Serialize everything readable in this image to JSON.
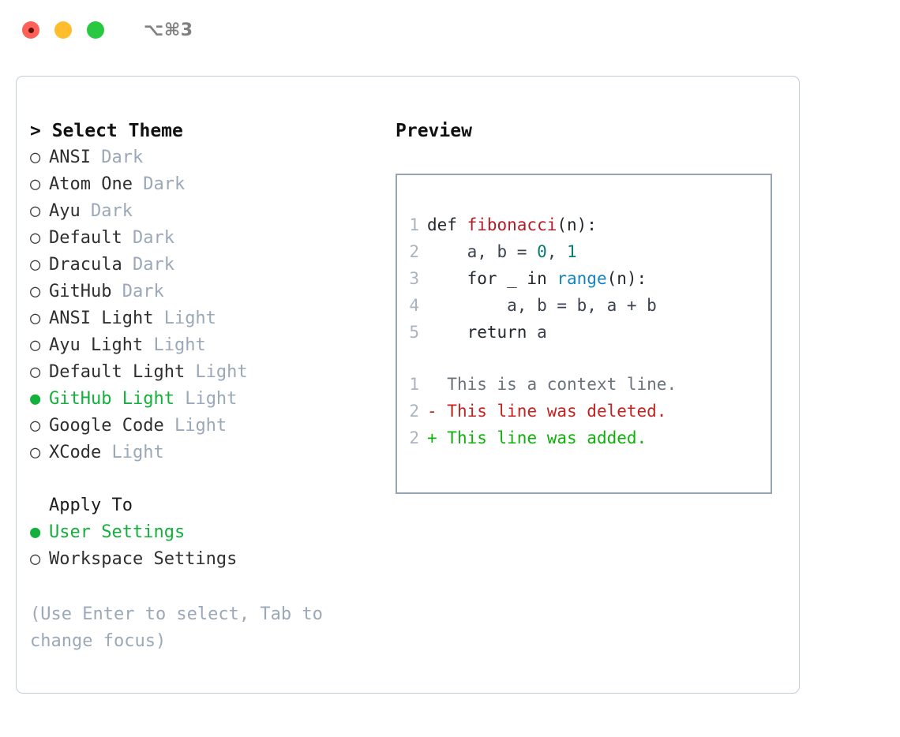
{
  "titlebar": {
    "shortcut": "⌥⌘3",
    "buttons": [
      {
        "name": "close",
        "color": "#ff6058"
      },
      {
        "name": "minimize",
        "color": "#ffbd2e"
      },
      {
        "name": "zoom",
        "color": "#28c840"
      }
    ]
  },
  "theme_picker": {
    "header": "> Select Theme",
    "selected": "GitHub Light",
    "options": [
      {
        "bullet": "○",
        "name": "ANSI",
        "variant": "Dark",
        "selected": false
      },
      {
        "bullet": "○",
        "name": "Atom One",
        "variant": "Dark",
        "selected": false
      },
      {
        "bullet": "○",
        "name": "Ayu",
        "variant": "Dark",
        "selected": false
      },
      {
        "bullet": "○",
        "name": "Default",
        "variant": "Dark",
        "selected": false
      },
      {
        "bullet": "○",
        "name": "Dracula",
        "variant": "Dark",
        "selected": false
      },
      {
        "bullet": "○",
        "name": "GitHub",
        "variant": "Dark",
        "selected": false
      },
      {
        "bullet": "○",
        "name": "ANSI Light",
        "variant": "Light",
        "selected": false
      },
      {
        "bullet": "○",
        "name": "Ayu Light",
        "variant": "Light",
        "selected": false
      },
      {
        "bullet": "○",
        "name": "Default Light",
        "variant": "Light",
        "selected": false
      },
      {
        "bullet": "●",
        "name": "GitHub Light",
        "variant": "Light",
        "selected": true
      },
      {
        "bullet": "○",
        "name": "Google Code",
        "variant": "Light",
        "selected": false
      },
      {
        "bullet": "○",
        "name": "XCode",
        "variant": "Light",
        "selected": false
      }
    ]
  },
  "apply_to": {
    "title": "Apply To",
    "selected": "User Settings",
    "options": [
      {
        "bullet": "●",
        "label": "User Settings",
        "selected": true
      },
      {
        "bullet": "○",
        "label": "Workspace Settings",
        "selected": false
      }
    ]
  },
  "hint": "(Use Enter to select, Tab to change focus)",
  "preview": {
    "title": "Preview",
    "code_lines": [
      {
        "no": "1",
        "tokens": [
          {
            "t": "def ",
            "c": "plain"
          },
          {
            "t": "fibonacci",
            "c": "func"
          },
          {
            "t": "(n):",
            "c": "plain"
          }
        ]
      },
      {
        "no": "2",
        "tokens": [
          {
            "t": "    a, b = ",
            "c": "ident"
          },
          {
            "t": "0",
            "c": "num"
          },
          {
            "t": ", ",
            "c": "ident"
          },
          {
            "t": "1",
            "c": "num"
          }
        ]
      },
      {
        "no": "3",
        "tokens": [
          {
            "t": "    for _ in ",
            "c": "plain"
          },
          {
            "t": "range",
            "c": "call"
          },
          {
            "t": "(n):",
            "c": "plain"
          }
        ]
      },
      {
        "no": "4",
        "tokens": [
          {
            "t": "        a, b = b, a + b",
            "c": "ident"
          }
        ]
      },
      {
        "no": "5",
        "tokens": [
          {
            "t": "    return ",
            "c": "plain"
          },
          {
            "t": "a",
            "c": "ident"
          }
        ]
      }
    ],
    "diff_lines": [
      {
        "no": "1",
        "marker": " ",
        "text": " This is a context line.",
        "kind": "context"
      },
      {
        "no": "2",
        "marker": "-",
        "text": " This line was deleted.",
        "kind": "deleted"
      },
      {
        "no": "2",
        "marker": "+",
        "text": " This line was added.",
        "kind": "added"
      }
    ]
  },
  "colors": {
    "accent_green": "#14b03c",
    "muted": "#9aa8b8",
    "border": "#c3ccd6",
    "panel_border": "#95a3b3",
    "diff_add": "#11b10c",
    "diff_del": "#c5221f",
    "syntax_func": "#b31d28",
    "syntax_num": "#067d74",
    "syntax_call": "#1184c4"
  }
}
